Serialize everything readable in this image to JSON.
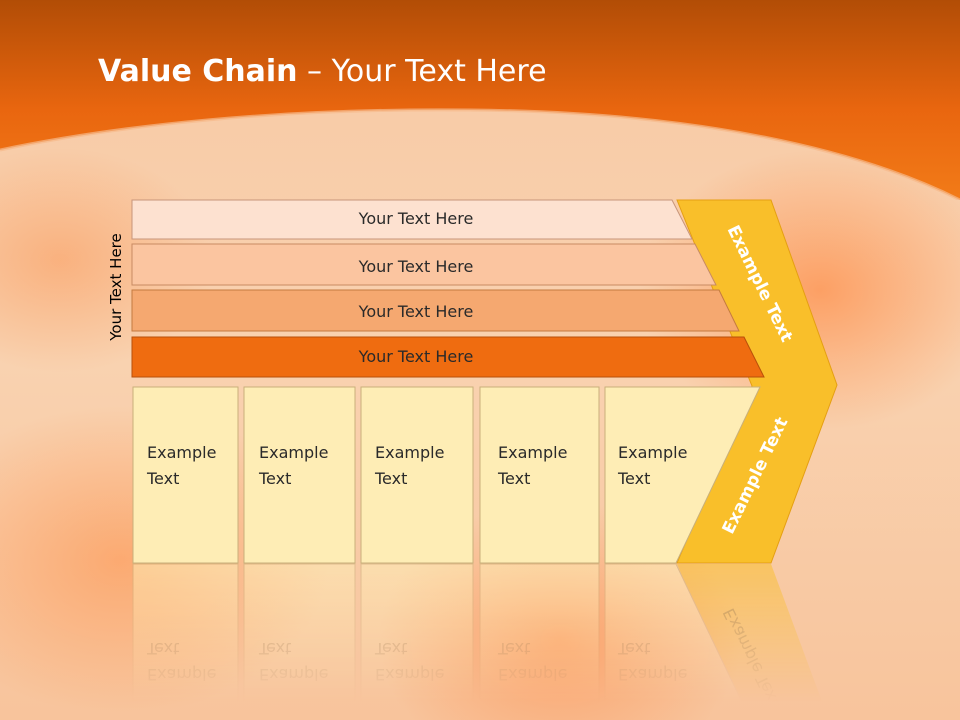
{
  "title": {
    "bold": "Value Chain",
    "rest": " – Your Text Here"
  },
  "side_label": "Your Text Here",
  "tiers": [
    {
      "label": "Your Text Here",
      "color": "#fde1d0"
    },
    {
      "label": "Your Text Here",
      "color": "#fbc5a0"
    },
    {
      "label": "Your Text Here",
      "color": "#f5a870"
    },
    {
      "label": "Your Text Here",
      "color": "#ef6c10"
    }
  ],
  "blocks": [
    {
      "line1": "Example",
      "line2": "Text"
    },
    {
      "line1": "Example",
      "line2": "Text"
    },
    {
      "line1": "Example",
      "line2": "Text"
    },
    {
      "line1": "Example",
      "line2": "Text"
    },
    {
      "line1": "Example",
      "line2": "Text"
    }
  ],
  "chevron": {
    "top_label": "Example Text",
    "bottom_label": "Example Text",
    "color": "#f9bf2a"
  },
  "colors": {
    "header": "#e8660e",
    "block_fill": "#feedb5"
  }
}
